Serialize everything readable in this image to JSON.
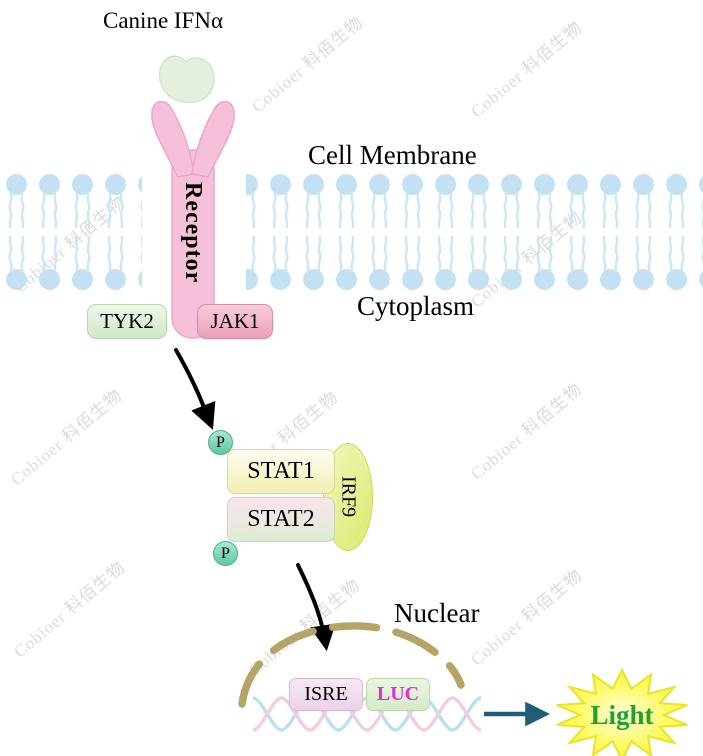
{
  "watermark": {
    "text": "Cobioer 科佰生物"
  },
  "title": {
    "ligand_label": "Canine IFNα"
  },
  "membrane": {
    "cell_membrane_label": "Cell Membrane",
    "cytoplasm_label": "Cytoplasm",
    "receptor_label": "Receptor"
  },
  "kinases": {
    "tyk2": "TYK2",
    "jak1": "JAK1"
  },
  "stat_complex": {
    "stat1": "STAT1",
    "stat2": "STAT2",
    "irf9": "IRF9",
    "phospho": "P"
  },
  "nucleus": {
    "label": "Nuclear",
    "isre": "ISRE",
    "luc": "LUC"
  },
  "output": {
    "light": "Light"
  },
  "colors": {
    "membrane_blue": "#c3e1f3",
    "receptor_pink": "#f7c0da",
    "ligand_green": "#e3f0dc",
    "tyk2_green": "#d8ecce",
    "jak1_pink": "#f0a9c0",
    "stat1_yellow": "#f6f2c0",
    "stat2_pink_green": "#f4dce8",
    "irf9_yellowgreen": "#e4ed8e",
    "phospho_teal": "#6fd0b0",
    "arrow_black": "#000000",
    "nuclear_envelope_tan": "#b5a468",
    "dna_blue": "#b8e0f3",
    "dna_pink": "#f4cce0",
    "isre_pink": "#f3dcef",
    "luc_bg_green": "#ddefd0",
    "luc_text_magenta": "#e02fd0",
    "light_text_green": "#1fa32a",
    "star_yellow": "#fdf94e",
    "arrow_teal": "#205e78",
    "watermark_gray": "#dbdbdb"
  }
}
